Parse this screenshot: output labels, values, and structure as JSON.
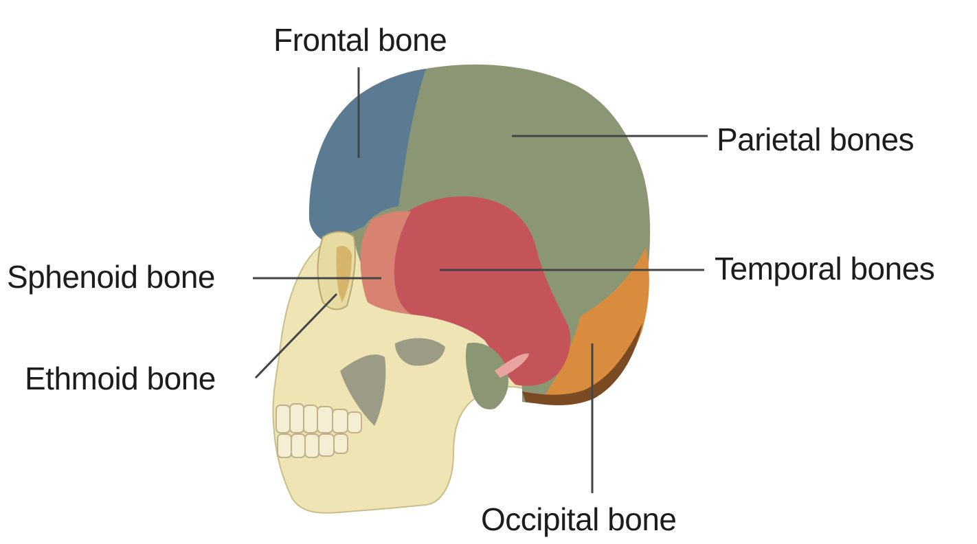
{
  "labels": {
    "frontal": "Frontal bone",
    "parietal": "Parietal bones",
    "sphenoid": "Sphenoid bone",
    "temporal": "Temporal bones",
    "ethmoid": "Ethmoid bone",
    "occipital": "Occipital bone"
  },
  "colors": {
    "frontal": "#5b7b93",
    "parietal": "#8b9774",
    "temporal": "#c4535a",
    "sphenoid": "#d88272",
    "occipital": "#d98c3e",
    "occipital_dark": "#7a4a22",
    "skull": "#eee4b4",
    "shadow": "#9c9c86",
    "leader_line": "#444444"
  }
}
